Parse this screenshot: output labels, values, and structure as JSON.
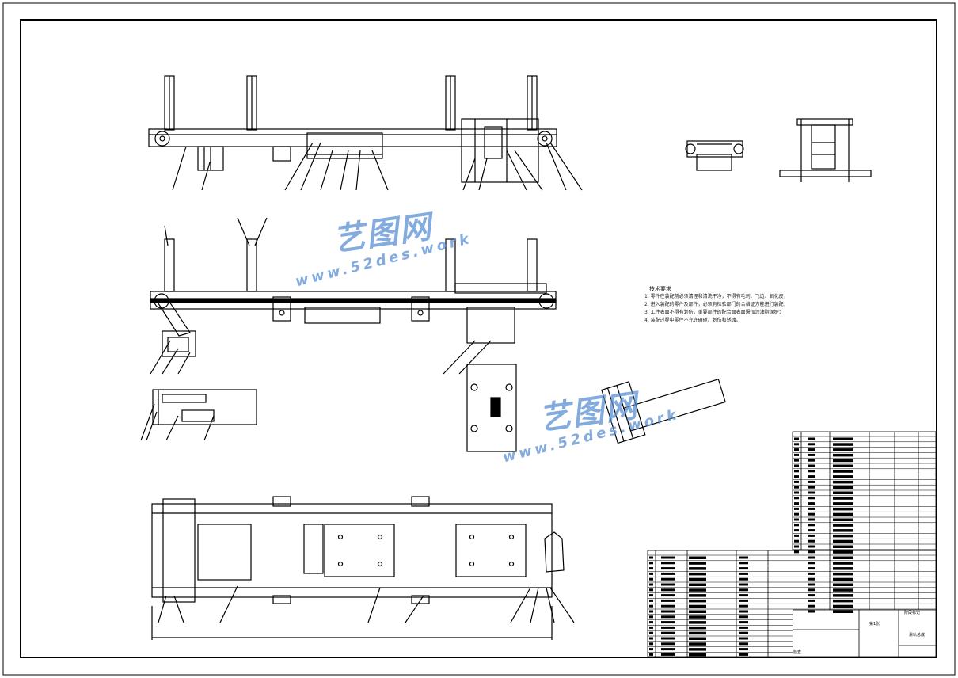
{
  "notes": {
    "title": "技术要求",
    "items": [
      "1. 零件在装配前必须清理和清洗干净，不得有毛刺、飞边、氧化皮；",
      "2. 进入装配的零件及部件，必须有检验部门的合格证方能进行装配；",
      "3. 工件表面不得有划伤，重要部件的配合面表面需加涂油脂保护；",
      "4. 装配过程中零件不允许磕碰、划伤和锈蚀。"
    ]
  },
  "watermark": {
    "cn": "艺图网",
    "en": "www.52des.work"
  },
  "title_block": {
    "drawing_name": "滑轨总成",
    "stage_label": "阶段标记",
    "sheet": "第1张",
    "check": "检查"
  },
  "colors": {
    "line": "#000000",
    "watermark": "#5b8fd4",
    "paper": "#ffffff"
  }
}
